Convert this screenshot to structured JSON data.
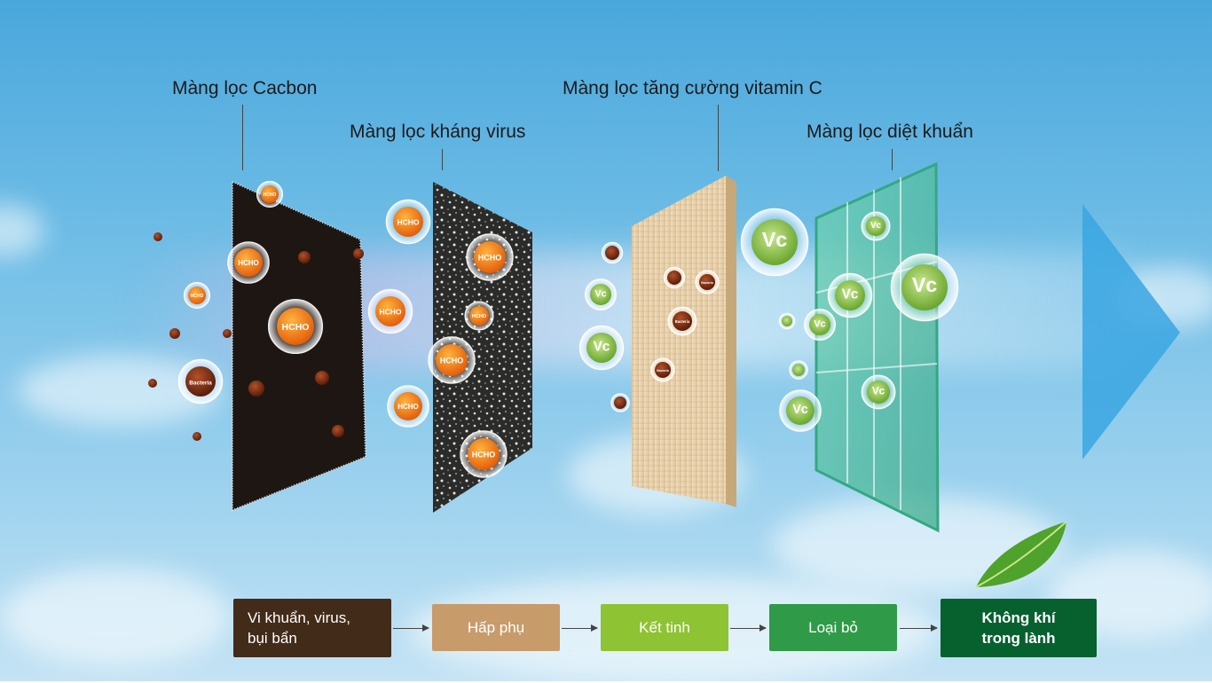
{
  "filters": [
    {
      "label": "Màng lọc Cacbon"
    },
    {
      "label": "Màng lọc kháng virus"
    },
    {
      "label": "Màng lọc tăng cường vitamin C"
    },
    {
      "label": "Màng lọc diệt khuẩn"
    }
  ],
  "badges": {
    "hcho": "HCHO",
    "bacteria": "Bacteria",
    "vitamin": "Vc"
  },
  "process": [
    {
      "label": "Vi khuẩn, virus,\nbụi bẩn",
      "color": "#432b19"
    },
    {
      "label": "Hấp phụ",
      "color": "#c79b6a"
    },
    {
      "label": "Kết tinh",
      "color": "#8ec334"
    },
    {
      "label": "Loại bỏ",
      "color": "#2f9b48"
    },
    {
      "label": "Không khí\ntrong lành",
      "color": "#06612f"
    }
  ],
  "colors": {
    "sky_top": "#4aa7dc",
    "arrow": "#3aa6e2",
    "hcho_orange": "#f07a14",
    "bacteria_brown": "#7a2d12",
    "vitamin_green": "#5f9a2a"
  }
}
